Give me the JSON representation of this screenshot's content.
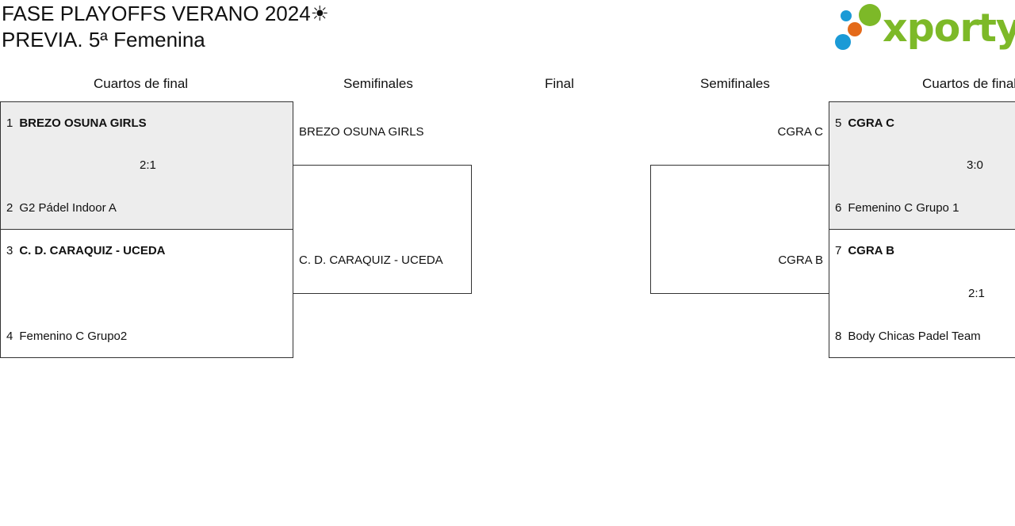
{
  "header": {
    "title_line1": "FASE PLAYOFFS VERANO 2024☀",
    "title_line2": "PREVIA. 5ª Femenina"
  },
  "logo": {
    "wordmark": "xporty",
    "brand_color": "#7db928",
    "dot_colors": [
      "#7db928",
      "#1b9ad6",
      "#e46a1a"
    ]
  },
  "rounds": {
    "left_quarters": "Cuartos de final",
    "left_semis": "Semifinales",
    "final": "Final",
    "right_semis": "Semifinales",
    "right_quarters": "Cuartos de final"
  },
  "quarterfinals": [
    {
      "top": {
        "seed": "1",
        "name": "BREZO OSUNA GIRLS",
        "winner": true
      },
      "bottom": {
        "seed": "2",
        "name": "G2 Pádel Indoor A",
        "winner": false
      },
      "score": "2:1"
    },
    {
      "top": {
        "seed": "3",
        "name": "C. D. CARAQUIZ - UCEDA",
        "winner": true
      },
      "bottom": {
        "seed": "4",
        "name": "Femenino C Grupo2",
        "winner": false
      },
      "score": ""
    },
    {
      "top": {
        "seed": "5",
        "name": "CGRA C",
        "winner": true
      },
      "bottom": {
        "seed": "6",
        "name": "Femenino C Grupo 1",
        "winner": false
      },
      "score": "3:0"
    },
    {
      "top": {
        "seed": "7",
        "name": "CGRA B",
        "winner": true
      },
      "bottom": {
        "seed": "8",
        "name": "Body Chicas Padel Team",
        "winner": false
      },
      "score": "2:1"
    }
  ],
  "semifinals": {
    "left": {
      "top": "BREZO OSUNA GIRLS",
      "bottom": "C. D. CARAQUIZ - UCEDA"
    },
    "right": {
      "top": "CGRA C",
      "bottom": "CGRA B"
    }
  },
  "colors": {
    "match_played_bg": "#ededed",
    "border": "#333333"
  }
}
